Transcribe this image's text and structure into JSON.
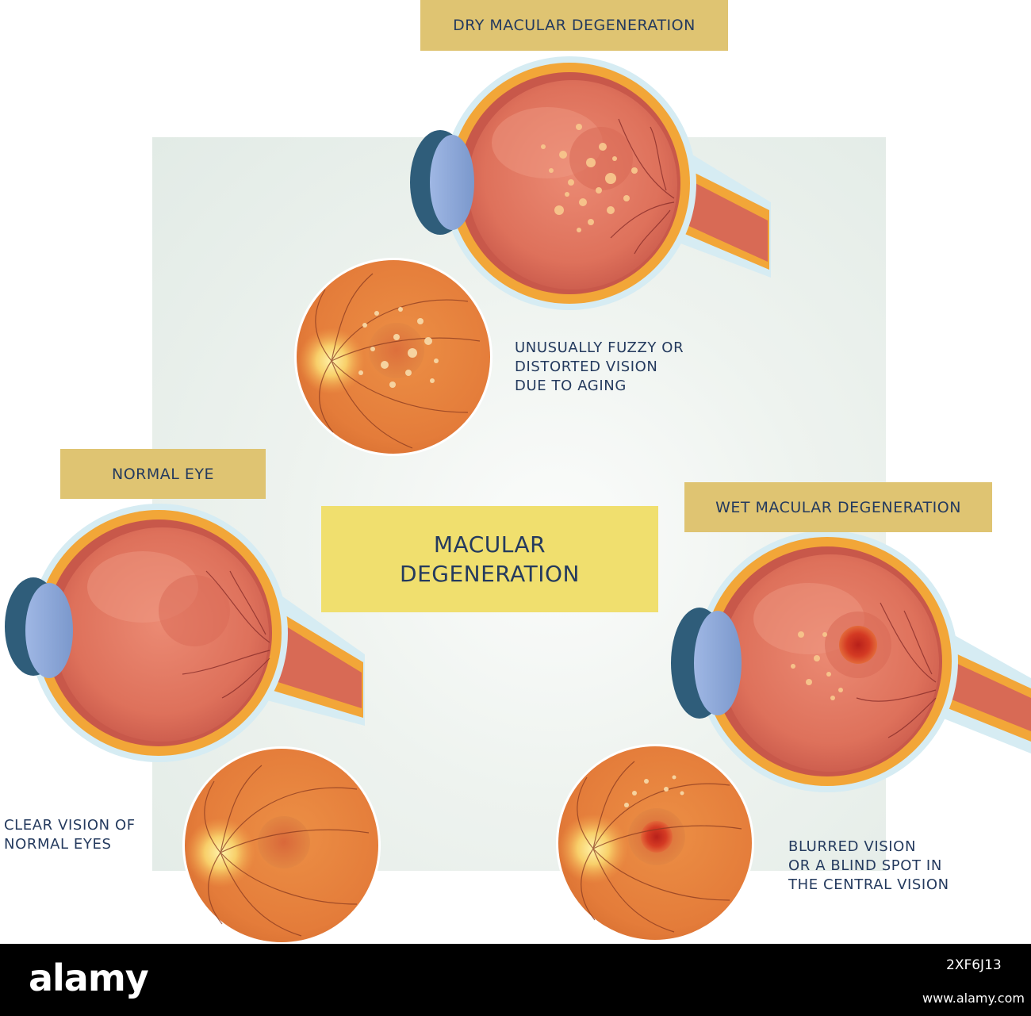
{
  "labels": {
    "dry": "DRY MACULAR DEGENERATION",
    "normal": "NORMAL EYE",
    "wet": "WET MACULAR DEGENERATION"
  },
  "title": {
    "line1": "MACULAR",
    "line2": "DEGENERATION"
  },
  "descriptions": {
    "dry": [
      "UNUSUALLY FUZZY OR",
      "DISTORTED VISION",
      "DUE TO AGING"
    ],
    "normal": [
      "CLEAR VISION OF",
      "NORMAL EYES"
    ],
    "wet": [
      "BLURRED VISION",
      "OR A BLIND SPOT IN",
      "THE CENTRAL VISION"
    ]
  },
  "footer": {
    "logo": "alamy",
    "image_id": "2XF6J13",
    "url": "www.alamy.com"
  },
  "colors": {
    "label_bg": "#dfc472",
    "title_bg": "#f0df6e",
    "text": "#243a5e",
    "eye_body": "#e07a62",
    "sclera": "#f2a638",
    "cornea": "#8aa6d6",
    "fundus": "#e8853e"
  }
}
